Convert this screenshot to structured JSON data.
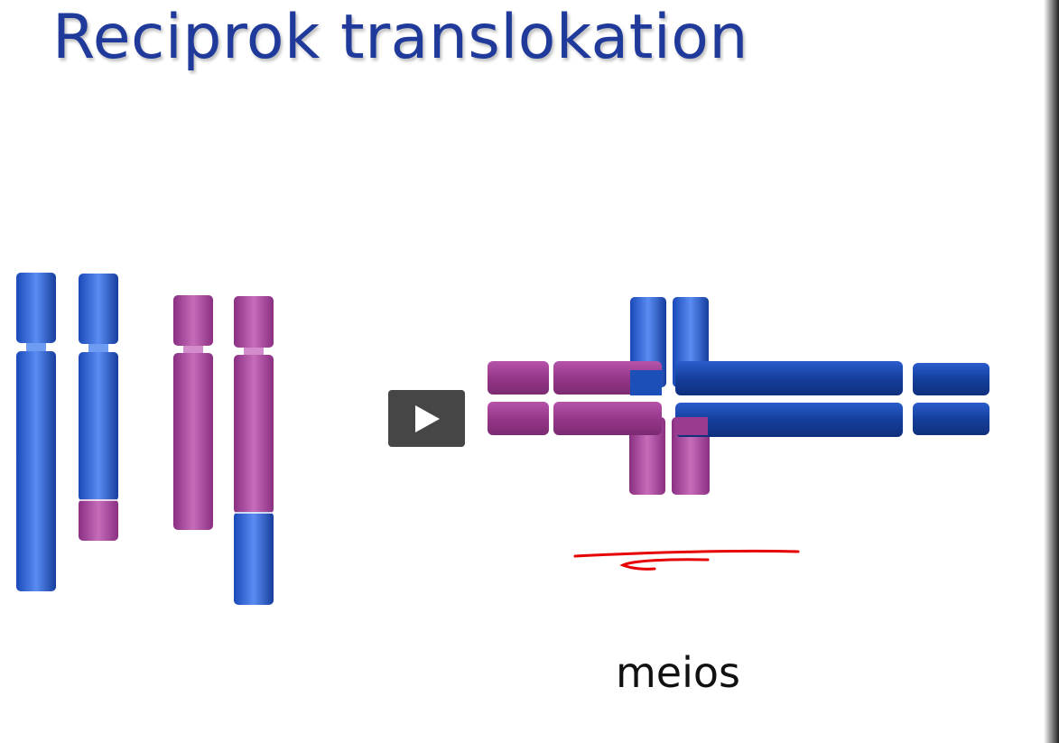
{
  "slide": {
    "title": "Reciprok translokation",
    "caption": "meios"
  },
  "diagram": {
    "elements": [
      "normal-chromosome-blue",
      "translocated-chromosome-blue",
      "normal-chromosome-purple",
      "translocated-chromosome-purple",
      "quadrivalent-pairing-cross",
      "red-pen-arrow-annotation"
    ]
  },
  "video": {
    "control": "play-icon"
  },
  "colors": {
    "title": "#1f3a9a",
    "chromosome_blue": "#2a62d6",
    "chromosome_blue_dark": "#173f9e",
    "chromosome_purple": "#a9449e",
    "annotation_red": "#e60000"
  }
}
